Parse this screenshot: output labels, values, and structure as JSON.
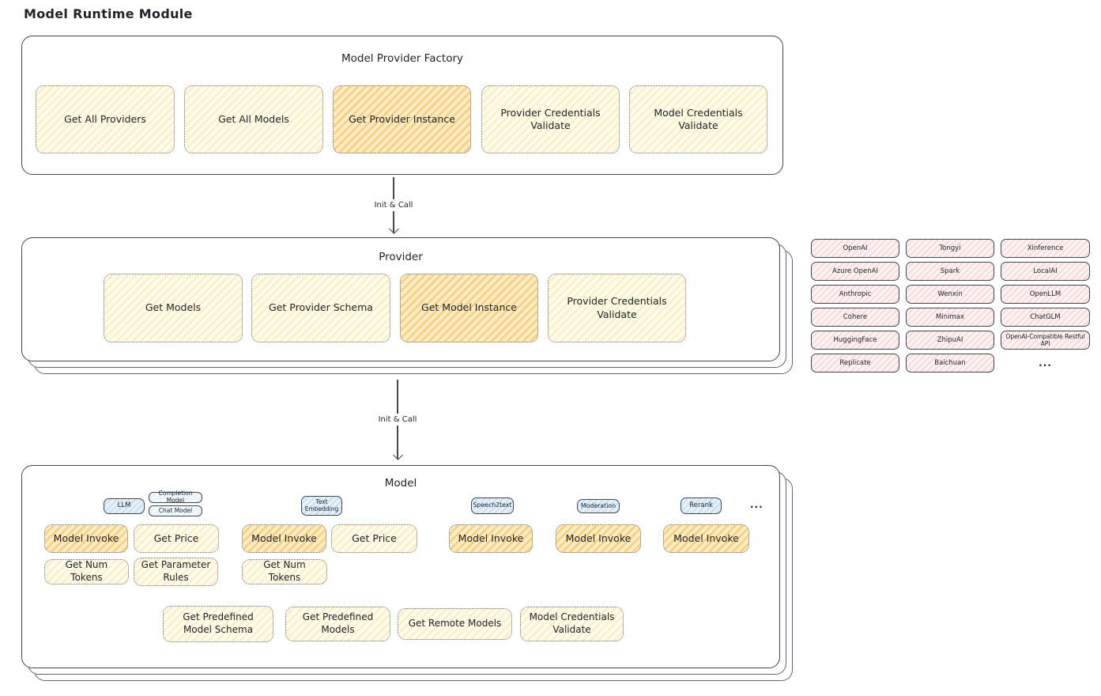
{
  "title": "Model Runtime Module",
  "arrow1": {
    "label": "Init & Call"
  },
  "arrow2": {
    "label": "Init & Call"
  },
  "factory": {
    "title": "Model Provider Factory",
    "boxes": [
      "Get All Providers",
      "Get All Models",
      "Get Provider Instance",
      "Provider Credentials Validate",
      "Model Credentials Validate"
    ]
  },
  "provider": {
    "title": "Provider",
    "boxes": [
      "Get Models",
      "Get Provider Schema",
      "Get Model Instance",
      "Provider Credentials Validate"
    ]
  },
  "providers": {
    "col1": [
      "OpenAI",
      "Azure OpenAI",
      "Anthropic",
      "Cohere",
      "HuggingFace",
      "Replicate"
    ],
    "col2": [
      "Tongyi",
      "Spark",
      "Wenxin",
      "Minimax",
      "ZhipuAI",
      "Baichuan"
    ],
    "col3": [
      "Xinference",
      "LocalAI",
      "OpenLLM",
      "ChatGLM",
      "OpenAI-Compatible Restful API"
    ],
    "more": "..."
  },
  "model": {
    "title": "Model",
    "tags": {
      "llm": "LLM",
      "completion": "Completion Model",
      "chat": "Chat Model",
      "text_embedding": "Text Embedding",
      "speech2text": "Speech2text",
      "moderation": "Moderation",
      "rerank": "Rerank",
      "more": "..."
    },
    "ops": {
      "model_invoke": "Model Invoke",
      "get_price": "Get Price",
      "get_num_tokens": "Get Num Tokens",
      "get_parameter_rules": "Get Parameter Rules",
      "get_predefined_model_schema": "Get Predefined Model Schema",
      "get_predefined_models": "Get Predefined Models",
      "get_remote_models": "Get Remote Models",
      "model_credentials_validate": "Model Credentials Validate"
    }
  },
  "colors": {
    "op_fill": "#fefbea",
    "op_highlight": "#f6c96a",
    "provider_chip": "#fbdcdc",
    "model_type_tag": "#d9ecf9",
    "stroke": "#43464b"
  }
}
